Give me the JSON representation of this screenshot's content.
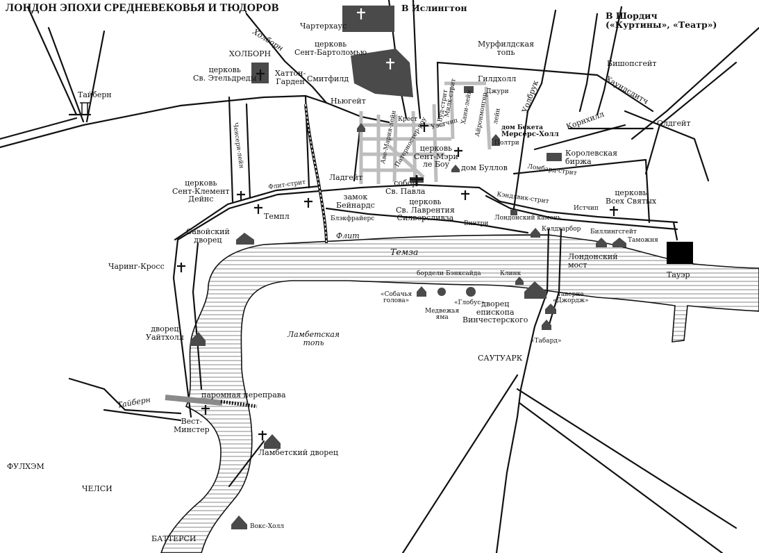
{
  "map": {
    "title": "ЛОНДОН ЭПОХИ СРЕДНЕВЕКОВЬЯ И ТЮДОРОВ",
    "colors": {
      "ink": "#111111",
      "building": "#4a4a4a",
      "river_fill": "#ffffff",
      "street_grey": "#bdbdbd",
      "ferry": "#8a8a8a"
    },
    "labels": {
      "to_islington": "В Ислингтон",
      "to_shoreditch": [
        "В Шордич",
        "(«Куртины», «Театр»)"
      ],
      "charterhouse": "Чартерхаус",
      "holborn_road": "Холборн",
      "holborn_district": "ХОЛБОРН",
      "st_bartholomew": [
        "церковь",
        "Сент-Бартоломью"
      ],
      "moorfields": [
        "Мурфилдская",
        "топь"
      ],
      "bishopsgate": "Бишопсгейт",
      "houndsditch": "Хаундсдитч",
      "st_etheldreda": [
        "церковь",
        "Св. Этельдреды"
      ],
      "hatton_garden": [
        "Хаттон-",
        "Гарден"
      ],
      "smithfield": "Смитфилд",
      "guildhall": "Гилдхолл",
      "jewry": "Джури",
      "walbrook": "Уолбрук",
      "tyburn_gallows": "Тайберн",
      "newgate": "Ньюгейт",
      "cross": "Крест",
      "cornhill": "Корнхилл",
      "aldgate": "Олдгейт",
      "milk_street": "Милк-стрит",
      "wood_street": "Вуд-стрит",
      "honey_lane": "Хани-лейн",
      "ironmonger_lane": "Айронмонгер",
      "lane": "лейн",
      "cheapside": "Уэстчип",
      "poultry": "Полтри",
      "ave_maria_lane": "Аве-Мария-лейн",
      "paternoster_row": "Патерностер-роу",
      "becket_house": [
        "дом Бекета",
        "Мерсерс-Холл"
      ],
      "chancery_lane": "Ченсери-лейн",
      "st_mary_le_bow": [
        "церковь",
        "Сент-Мэри",
        "ле Боу"
      ],
      "royal_exchange": [
        "Королевская",
        "биржа"
      ],
      "bullen_house": "дом Буллов",
      "lombard_street": "Ломбард-стрит",
      "st_clement_danes": [
        "церковь",
        "Сент-Клемент",
        "Дейнс"
      ],
      "fleet_street": "Флит-стрит",
      "ludgate": "Ладгейт",
      "st_pauls": [
        "собор",
        "Св. Павла"
      ],
      "candlewick_street": "Кэндлвик-стрит",
      "all_hallows": [
        "церковь",
        "Всех Святых"
      ],
      "baynards_castle": [
        "замок",
        "Бейнардс"
      ],
      "st_lawrence": [
        "церковь",
        "Св. Лаврентия",
        "Силверсливза"
      ],
      "eastcheap": "Истчип",
      "temple": "Темпл",
      "blackfriars": "Блэкфрайерс",
      "vintry": "Винтри",
      "london_stone": "Лондонский камень",
      "coldharbour": "Колдхарбор",
      "billingsgate": "Биллингсгейт",
      "customs": "Таможня",
      "savoy": [
        "Савойский",
        "дворец"
      ],
      "fleet": "Флит",
      "thames": "Темза",
      "london_bridge": [
        "Лондонский",
        "мост"
      ],
      "tower": "Тауэр",
      "charing_cross": "Чаринг-Кросс",
      "bankside_brothels": "бордели Бэнксайда",
      "clink": "Клинк",
      "dog_head": [
        "«Собачья",
        "голова»"
      ],
      "globe": "«Глобус»",
      "bear_pit": [
        "Медвежья",
        "яма"
      ],
      "winchester_palace": [
        "дворец",
        "епископа",
        "Винчестерского"
      ],
      "george_inn": [
        "таверна",
        "«Джордж»"
      ],
      "tabard": "«Табард»",
      "whitehall": [
        "дворец",
        "Уайтхолл"
      ],
      "lambeth_marsh": [
        "Ламбетская",
        "топь"
      ],
      "southwark": "САУТУАРК",
      "ferry": "паромная переправа",
      "tyburn_river": "Тайберн",
      "westminster": [
        "Вест-",
        "Минстер"
      ],
      "lambeth_palace": "Ламбетский дворец",
      "fulham": "ФУЛХЭМ",
      "chelsea": "ЧЕЛСИ",
      "battersea": "БАТТЕРСИ",
      "vauxhall": "Вокс-Холл"
    }
  }
}
